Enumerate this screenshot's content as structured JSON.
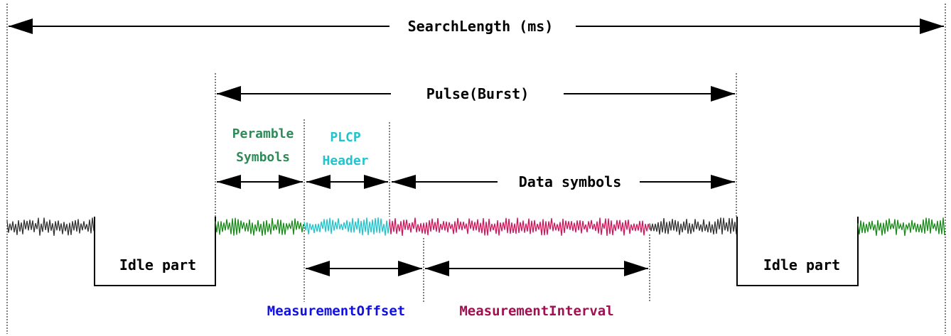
{
  "labels": {
    "search_length": "SearchLength (ms)",
    "pulse": "Pulse(Burst)",
    "preamble_line1": "Peramble",
    "preamble_line2": "Symbols",
    "plcp_line1": "PLCP",
    "plcp_line2": "Header",
    "data_symbols": "Data symbols",
    "idle_left": "Idle part",
    "idle_right": "Idle part",
    "measurement_offset": "MeasurementOffset",
    "measurement_interval": "MeasurementInterval"
  },
  "colors": {
    "line": "#000000",
    "noise_idle": "#333333",
    "preamble": "#1a8a1a",
    "preamble_text": "#2e8b57",
    "plcp": "#22c4cc",
    "data": "#d4145a",
    "offset_text": "#1010e0",
    "interval_text": "#a01050"
  }
}
